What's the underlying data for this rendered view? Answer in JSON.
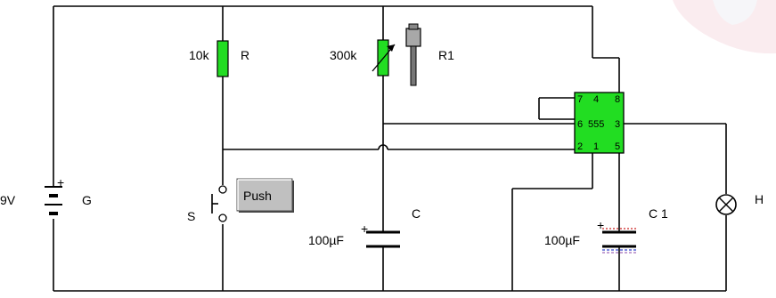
{
  "battery": {
    "value": "9V",
    "name": "G"
  },
  "resistor_r": {
    "value": "10k",
    "name": "R"
  },
  "resistor_r1": {
    "value": "300k",
    "name": "R1"
  },
  "switch": {
    "name": "S",
    "button_label": "Push"
  },
  "capacitor_c": {
    "value": "100µF",
    "name": "C",
    "polarity": "+"
  },
  "capacitor_c1": {
    "value": "100µF",
    "name": "C 1",
    "polarity": "+"
  },
  "timer": {
    "label": "555",
    "pins": [
      "7",
      "4",
      "8",
      "6",
      "3",
      "2",
      "1",
      "5"
    ]
  },
  "lamp": {
    "name": "H"
  },
  "colors": {
    "component_fill": "#22dd22",
    "button_fill": "#c0c0c0",
    "wire": "#000000",
    "charge_plus": "#cc2222",
    "charge_minus": "#3344cc"
  }
}
